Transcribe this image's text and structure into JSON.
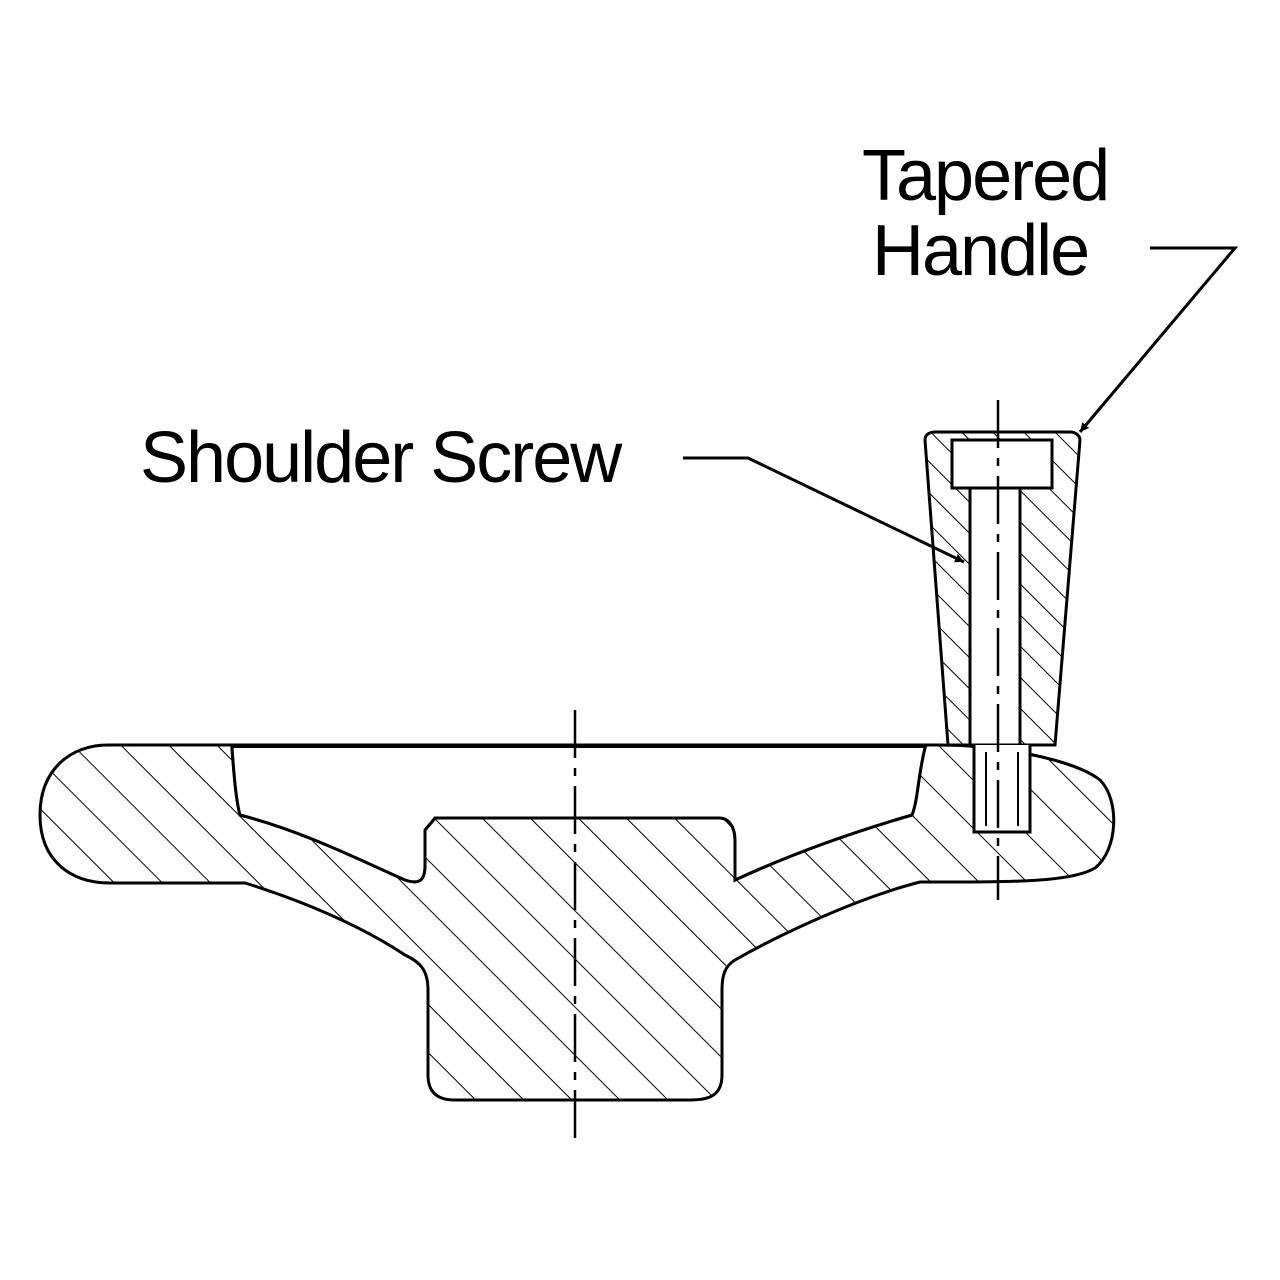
{
  "labels": {
    "tapered_handle_line1": "Tapered",
    "tapered_handle_line2": "Handle",
    "shoulder_screw": "Shoulder Screw"
  },
  "colors": {
    "ink": "#000000",
    "background": "#ffffff"
  }
}
